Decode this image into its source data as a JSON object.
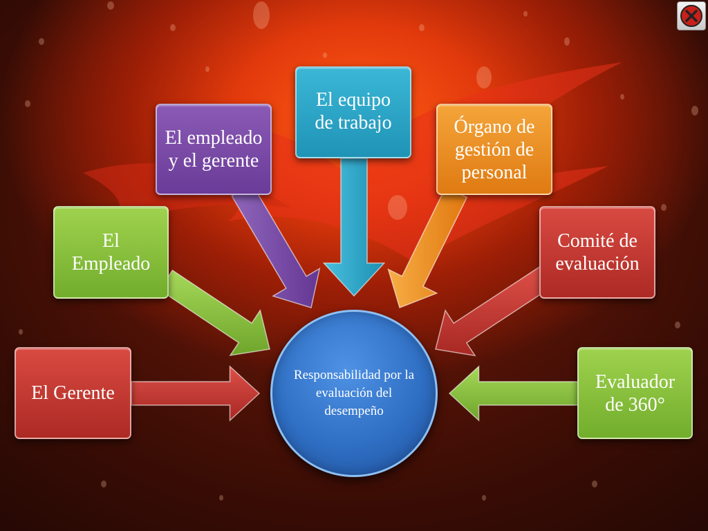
{
  "center": {
    "text": "Responsabilidad por la evaluación del desempeño"
  },
  "nodes": [
    {
      "id": "el-gerente",
      "label": "El Gerente",
      "color": "red"
    },
    {
      "id": "el-empleado",
      "label": "El Empleado",
      "color": "green"
    },
    {
      "id": "empleado-gerente",
      "label": "El empleado y el gerente",
      "color": "purple"
    },
    {
      "id": "equipo-trabajo",
      "label": "El equipo de trabajo",
      "color": "blue"
    },
    {
      "id": "organo-gestion",
      "label": "Órgano de gestión de personal",
      "color": "orange"
    },
    {
      "id": "comite-evaluacion",
      "label": "Comité de evaluación",
      "color": "red"
    },
    {
      "id": "evaluador-360",
      "label": "Evaluador de 360°",
      "color": "green"
    }
  ],
  "colors": {
    "green": "#8bc441",
    "red": "#c33a33",
    "purple": "#7b4aa8",
    "blue": "#2aa6c9",
    "orange": "#ee8f26",
    "center_fill": "#3a7bd5",
    "center_border": "#8fc0f2",
    "close_icon_red": "#c8201a"
  },
  "icons": {
    "close": "close-x-icon"
  }
}
